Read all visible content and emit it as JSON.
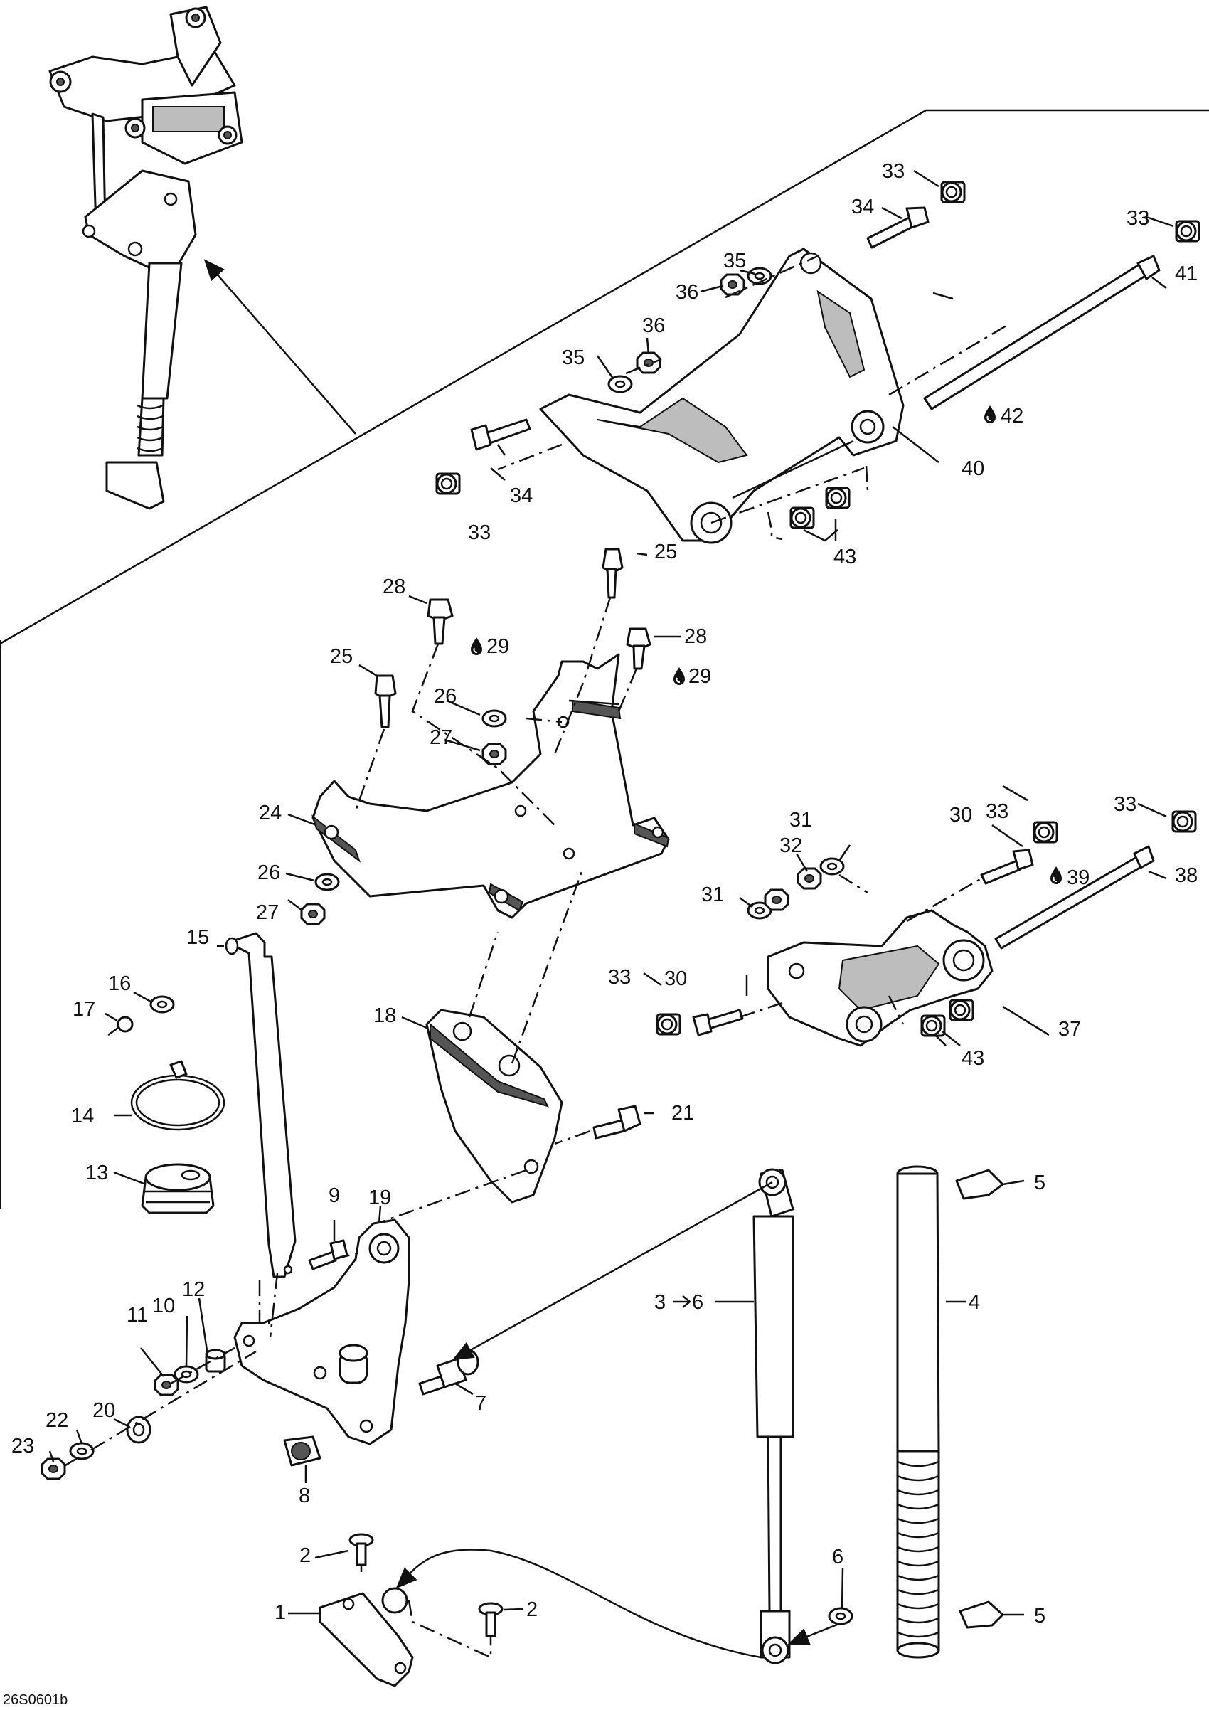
{
  "figure_code": "26S0601b",
  "callouts": {
    "c1": "1",
    "c2a": "2",
    "c2b": "2",
    "c3": "3",
    "c3to6": "6",
    "c4": "4",
    "c5a": "5",
    "c5b": "5",
    "c6": "6",
    "c7": "7",
    "c8": "8",
    "c9": "9",
    "c10": "10",
    "c11": "11",
    "c12": "12",
    "c13": "13",
    "c14": "14",
    "c15": "15",
    "c16": "16",
    "c17": "17",
    "c18": "18",
    "c19": "19",
    "c20": "20",
    "c21": "21",
    "c22": "22",
    "c23": "23",
    "c24": "24",
    "c25a": "25",
    "c25b": "25",
    "c26a": "26",
    "c26b": "26",
    "c27a": "27",
    "c27b": "27",
    "c28a": "28",
    "c28b": "28",
    "c29a": "29",
    "c29b": "29",
    "c30a": "30",
    "c30b": "30",
    "c31a": "31",
    "c31b": "31",
    "c32": "32",
    "c33a": "33",
    "c33b": "33",
    "c33c": "33",
    "c33d": "33",
    "c33e": "33",
    "c33f": "33",
    "c34a": "34",
    "c34b": "34",
    "c35a": "35",
    "c35b": "35",
    "c36a": "36",
    "c36b": "36",
    "c37": "37",
    "c38": "38",
    "c39": "39",
    "c40": "40",
    "c41": "41",
    "c42": "42",
    "c43a": "43",
    "c43b": "43"
  },
  "icons": {
    "lubricant_drop": "oil-drop-icon",
    "replaced_by_arrow": "right-arrow-icon"
  }
}
